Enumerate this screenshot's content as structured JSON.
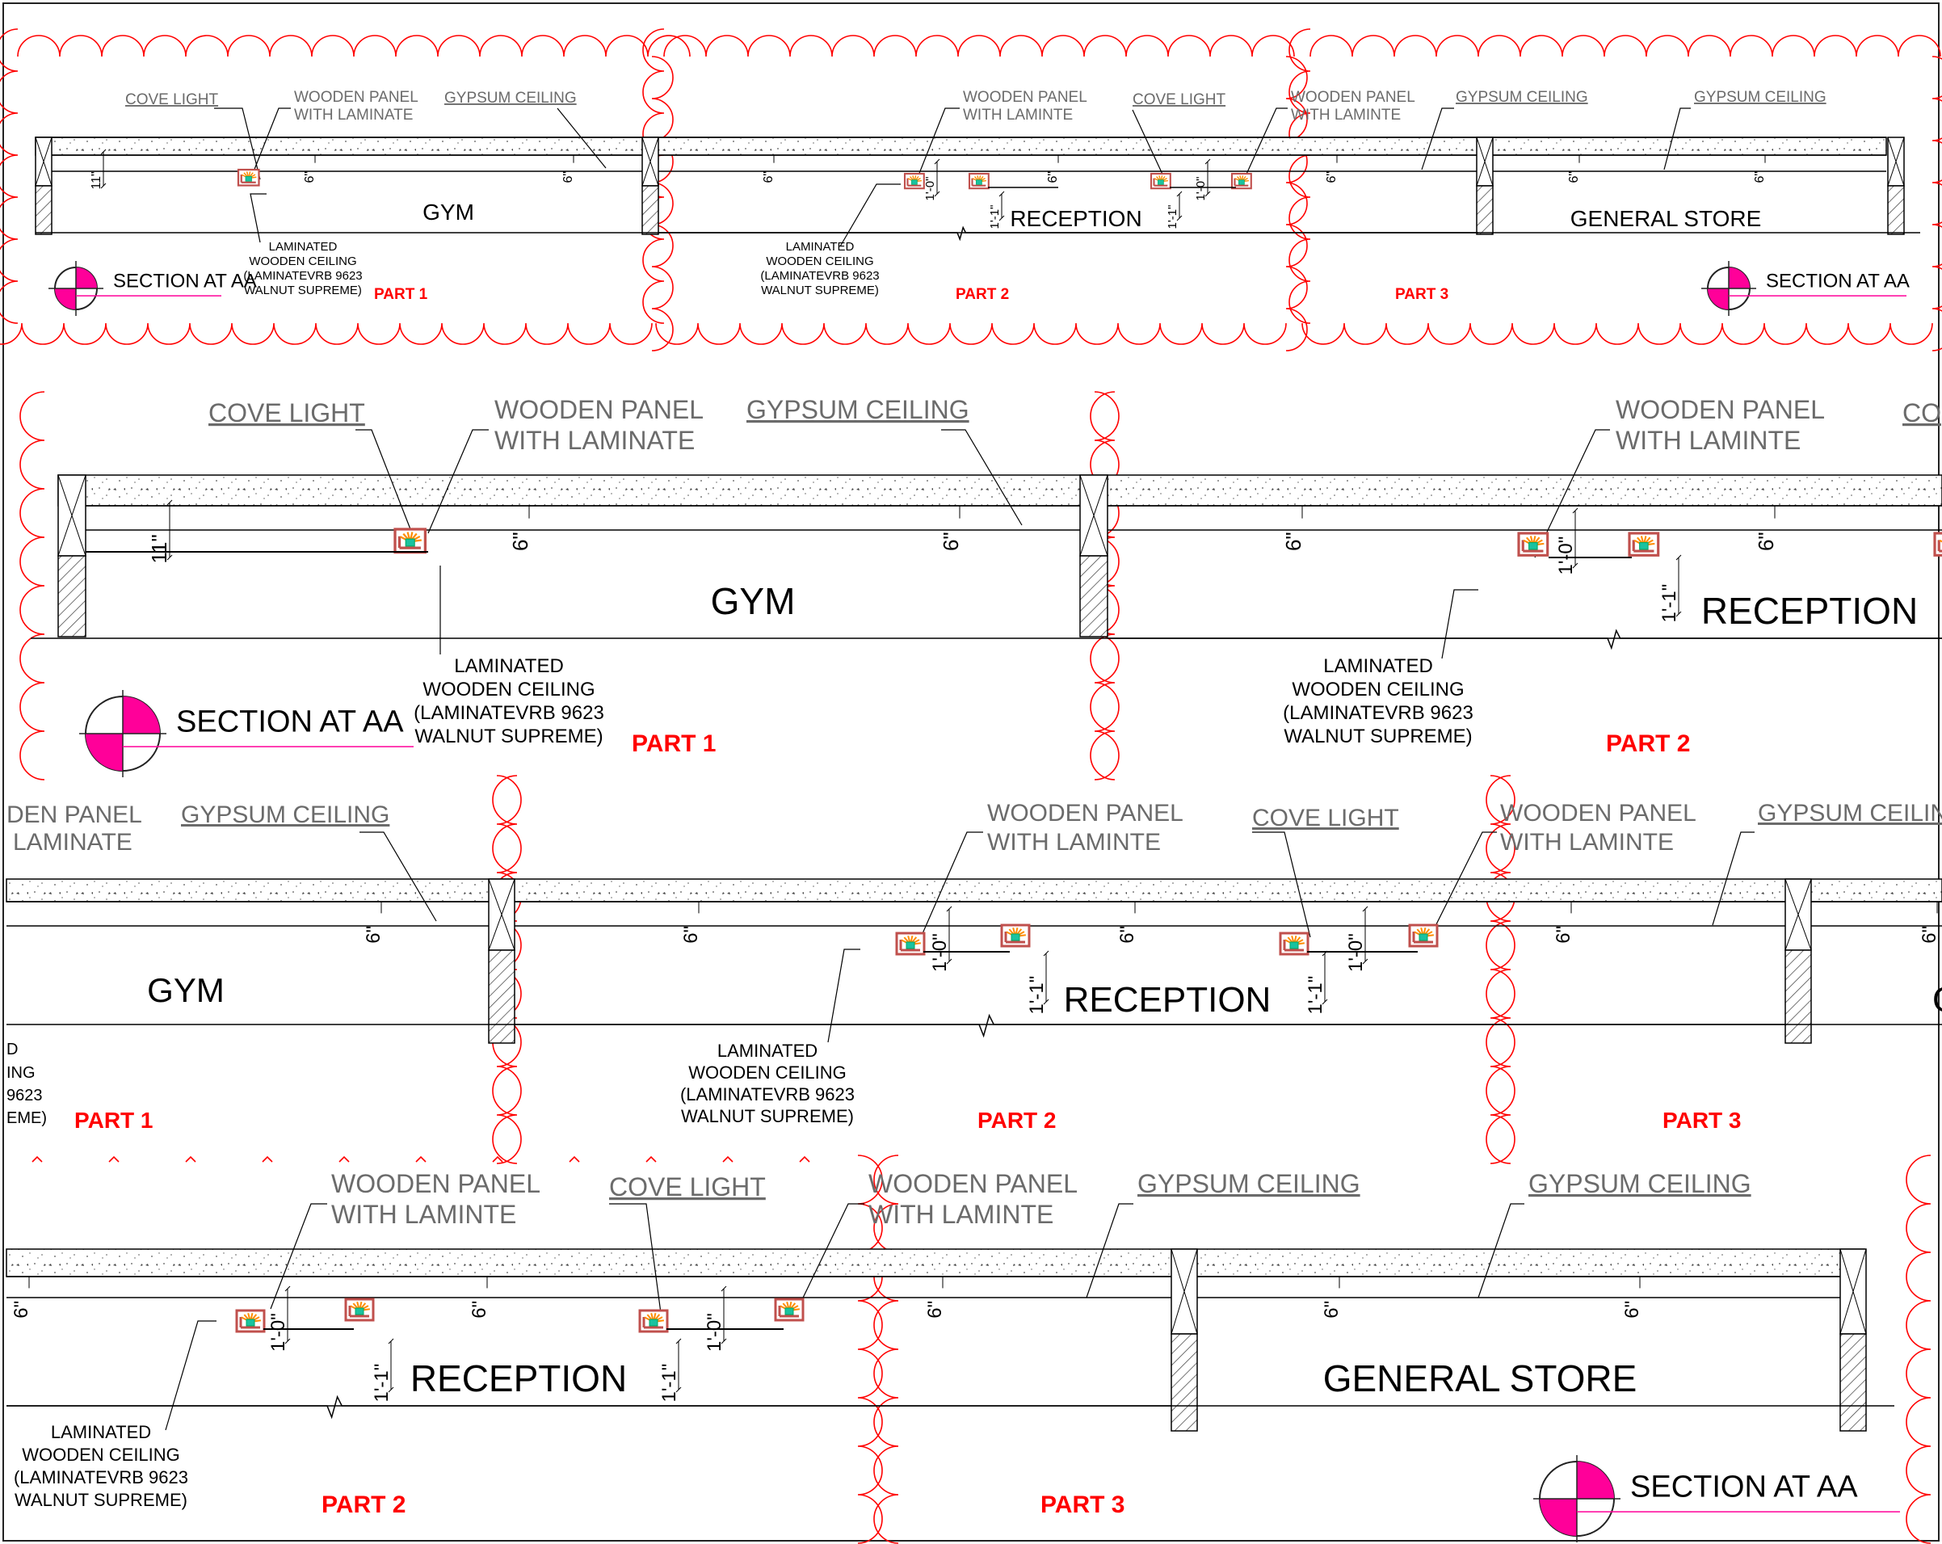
{
  "sheet": {
    "labels": {
      "cove_light": "COVE LIGHT",
      "wooden_panel_1": "WOODEN PANEL",
      "wooden_panel_2a": "WITH LAMINATE",
      "wooden_panel_2b": "WITH LAMINTE",
      "gypsum_ceiling": "GYPSUM CEILING",
      "laminated": [
        "LAMINATED",
        "WOODEN CEILING",
        "(LAMINATEVRB 9623",
        "WALNUT SUPREME)"
      ],
      "section": "SECTION AT AA"
    },
    "rooms": {
      "gym": "GYM",
      "reception": "RECEPTION",
      "general_store": "GENERAL STORE"
    },
    "parts": {
      "part1": "PART 1",
      "part2": "PART 2",
      "part3": "PART 3"
    },
    "dims": {
      "d6": "6\"",
      "d11": "11\"",
      "d10": "1'-0\"",
      "d11b": "1'-1\""
    },
    "colors": {
      "line": "#000000",
      "gray_text": "#6b6b6b",
      "red": "#ff0000",
      "magenta": "#ff0099",
      "cloud": "#ff0000",
      "fixture": "#c0504d",
      "fixture_glow": "#ff8c00",
      "fixture_lamp": "#19c2a0"
    }
  }
}
